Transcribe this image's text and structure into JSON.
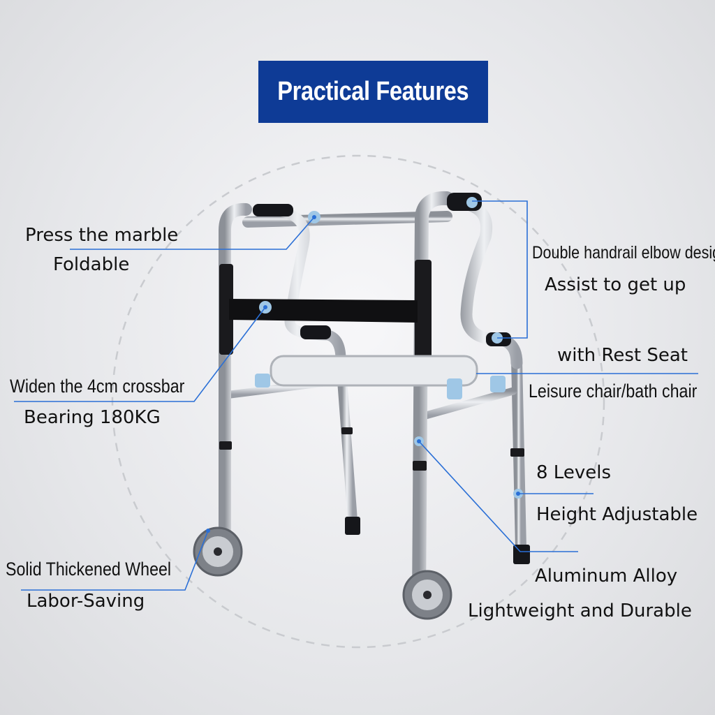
{
  "title": "Practical Features",
  "features": {
    "fold": {
      "line1": "Press the marble",
      "line2": "Foldable"
    },
    "crossbar": {
      "line1": "Widen the 4cm crossbar",
      "line2": "Bearing 180KG"
    },
    "wheel": {
      "line1": "Solid Thickened Wheel",
      "line2": "Labor-Saving"
    },
    "handrail": {
      "line1": "Double handrail elbow design",
      "line2": "Assist to get up"
    },
    "seat": {
      "line1": "with Rest Seat",
      "line2": "Leisure chair/bath chair"
    },
    "height": {
      "line1": "8 Levels",
      "line2": "Height Adjustable"
    },
    "alloy": {
      "line1": "Aluminum Alloy",
      "line2": "Lightweight and Durable"
    }
  },
  "colors": {
    "banner": "#0e3b96",
    "callout": "#2a6fd6",
    "frame": "#b9bcc2"
  }
}
